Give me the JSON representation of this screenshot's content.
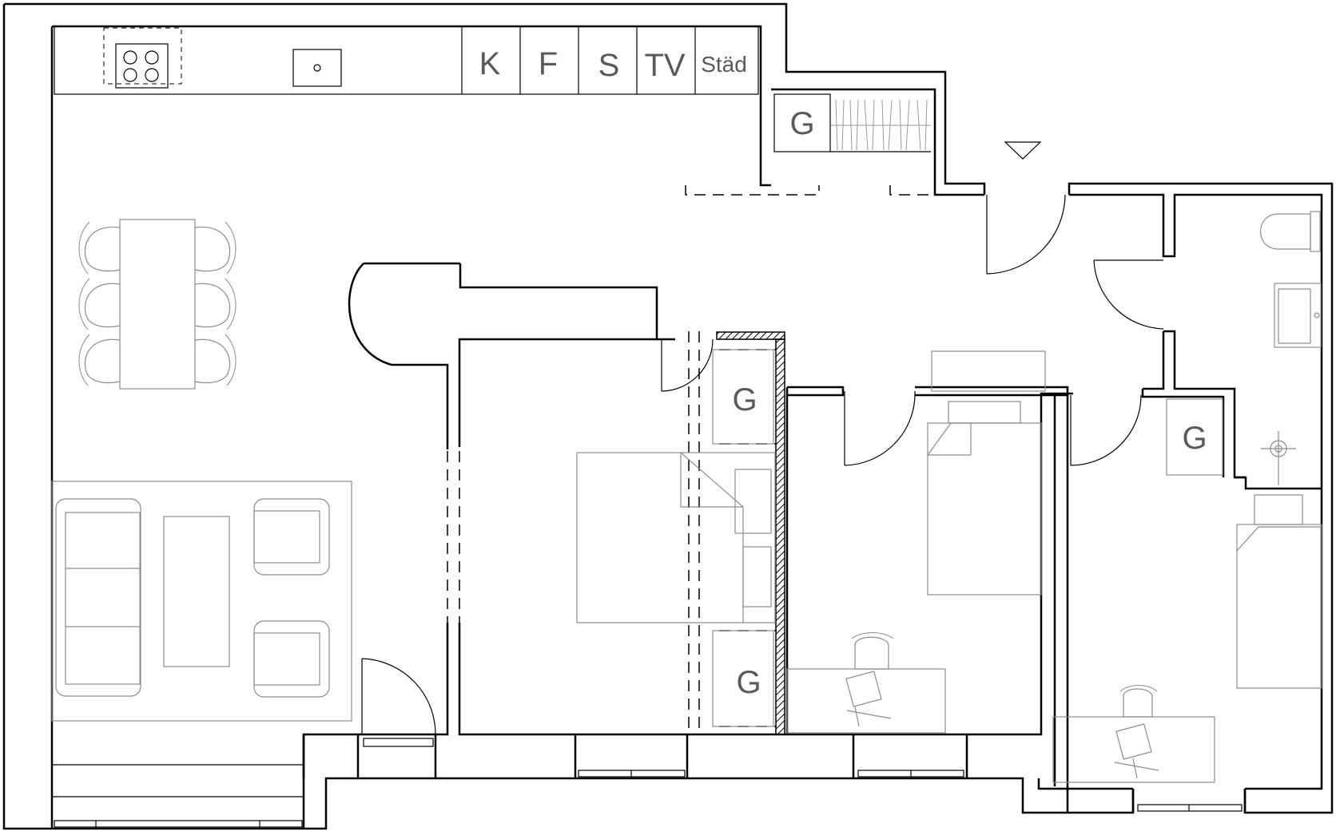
{
  "appliances": {
    "k": "K",
    "f": "F",
    "s": "S",
    "tv": "TV",
    "stad": "Städ"
  },
  "storage": {
    "hall_closet": "G",
    "bedroom_closet_top": "G",
    "bedroom_closet_bottom": "G",
    "bathroom_cabinet": "G"
  },
  "colors": {
    "wall": "#000000",
    "furniture": "#8c8c8c",
    "label": "#5a5a5a",
    "background": "#ffffff"
  }
}
